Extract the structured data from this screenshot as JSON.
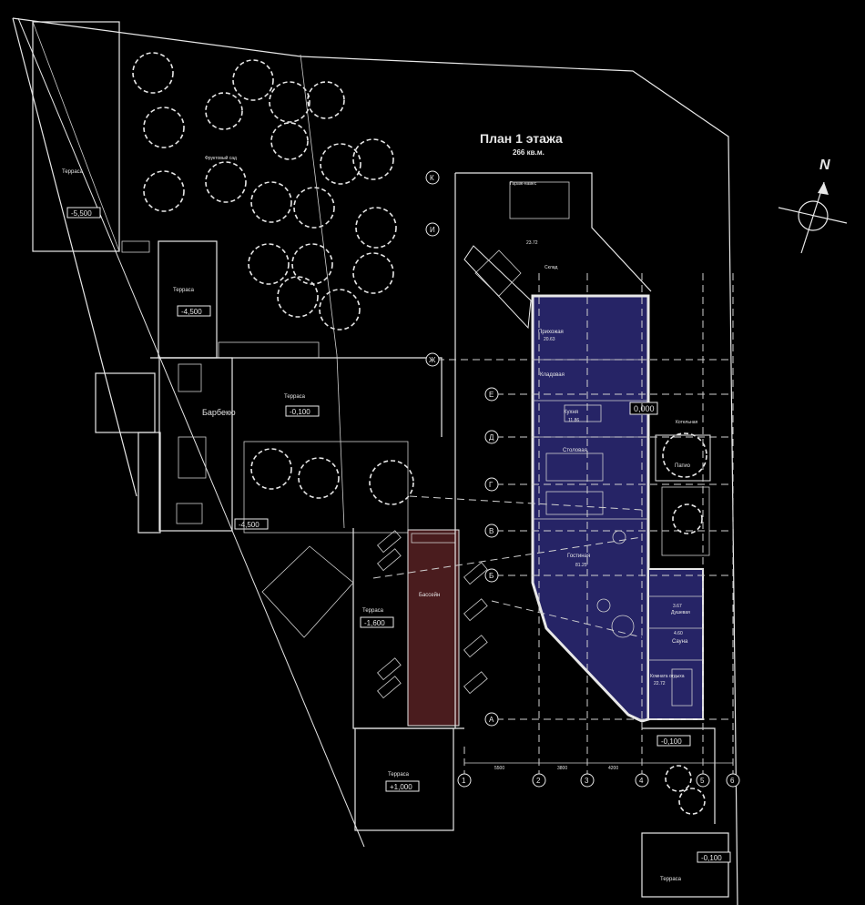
{
  "title": "План 1 этажа",
  "subtitle": "266 кв.м.",
  "north_label": "N",
  "colors": {
    "background": "#000000",
    "lines": "#e8e8e8",
    "house_fill": "#262466",
    "pool_fill": "#4a1c1e"
  },
  "labels": {
    "terrace_top_left": "Терраса",
    "level_top_left": "-5,500",
    "terrace_upper": "Терраса",
    "level_upper": "-4,500",
    "fruit_garden": "Фруктовый сад",
    "terrace_mid": "Терраса",
    "level_mid": "-0,100",
    "barbecue": "Барбекю",
    "level_lower": "-4,500",
    "pool": "Бассейн",
    "terrace_pool": "Терраса",
    "level_pool": "-1,600",
    "terrace_bottom": "Терраса",
    "level_bottom": "+1,000",
    "garage": "Гараж-навес",
    "warehouse": "Склад",
    "patio": "Патио",
    "level_house": "0,000",
    "level_sw": "-0,100",
    "level_se": "-0,100",
    "terrace_se": "Терраса",
    "boiler": "Котельная",
    "dim_top": "23.72"
  },
  "rooms": {
    "hall": "Прихожая",
    "hall_area": "20.63",
    "pantry": "Кладовая",
    "kitchen": "Кухня",
    "kitchen_area": "11.86",
    "dining": "Столовая",
    "living": "Гостиная",
    "living_area": "81.25",
    "shower": "Душевая",
    "shower_area": "3.67",
    "sauna": "Сауна",
    "sauna_area": "4.60",
    "relax": "Комната отдыха",
    "relax_area": "22.72"
  },
  "axes_rows": [
    "К",
    "И",
    "Ж",
    "Е",
    "Д",
    "Г",
    "В",
    "Б",
    "А"
  ],
  "axes_cols": [
    "1",
    "2",
    "3",
    "4",
    "5",
    "6"
  ],
  "dims_bottom": [
    "5500",
    "3800",
    "4200"
  ]
}
